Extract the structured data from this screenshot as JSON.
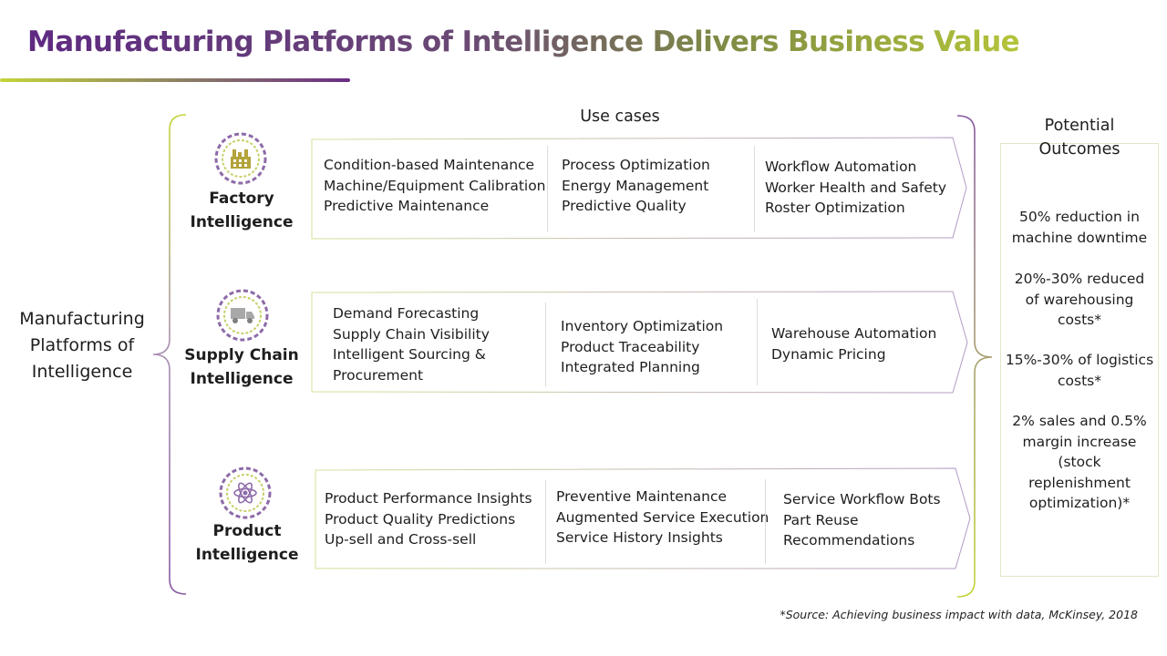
{
  "title": "Manufacturing Platforms of Intelligence Delivers Business Value",
  "left_label": [
    "Manufacturing",
    "Platforms of",
    "Intelligence"
  ],
  "use_cases_label": "Use cases",
  "outcomes_label": [
    "Potential",
    "Outcomes"
  ],
  "colors": {
    "title_start": "#5e2a82",
    "title_end": "#b4c43a",
    "brace_purple": "#8a5aa2",
    "brace_green": "#c4d53a",
    "gear": "#8d6aa8"
  },
  "categories": [
    {
      "id": "factory",
      "label": [
        "Factory",
        "Intelligence"
      ],
      "icon": "factory-icon",
      "columns": [
        [
          "Condition-based Maintenance",
          "Machine/Equipment Calibration",
          "Predictive Maintenance"
        ],
        [
          "Process Optimization",
          "Energy Management",
          "Predictive Quality"
        ],
        [
          "Workflow Automation",
          "Worker Health and Safety",
          "Roster Optimization"
        ]
      ]
    },
    {
      "id": "supply-chain",
      "label": [
        "Supply Chain",
        "Intelligence"
      ],
      "icon": "truck-icon",
      "columns": [
        [
          "Demand Forecasting",
          "Supply Chain Visibility",
          "Intelligent Sourcing &",
          "Procurement"
        ],
        [
          "Inventory Optimization",
          "Product Traceability",
          "Integrated Planning"
        ],
        [
          "Warehouse Automation",
          "Dynamic Pricing"
        ]
      ]
    },
    {
      "id": "product",
      "label": [
        "Product",
        "Intelligence"
      ],
      "icon": "atom-icon",
      "columns": [
        [
          "Product Performance Insights",
          "Product Quality Predictions",
          "Up-sell and Cross-sell"
        ],
        [
          "Preventive Maintenance",
          "Augmented Service Execution",
          "Service History Insights"
        ],
        [
          "Service Workflow Bots",
          "Part Reuse",
          "Recommendations"
        ]
      ]
    }
  ],
  "outcomes": [
    [
      "50% reduction in",
      "machine downtime"
    ],
    [
      "20%-30% reduced",
      "of warehousing",
      "costs*"
    ],
    [
      "15%-30% of logistics",
      "costs*"
    ],
    [
      "2% sales and 0.5%",
      "margin increase",
      "(stock",
      "replenishment",
      "optimization)*"
    ]
  ],
  "source": "*Source: Achieving business impact with data, McKinsey, 2018"
}
